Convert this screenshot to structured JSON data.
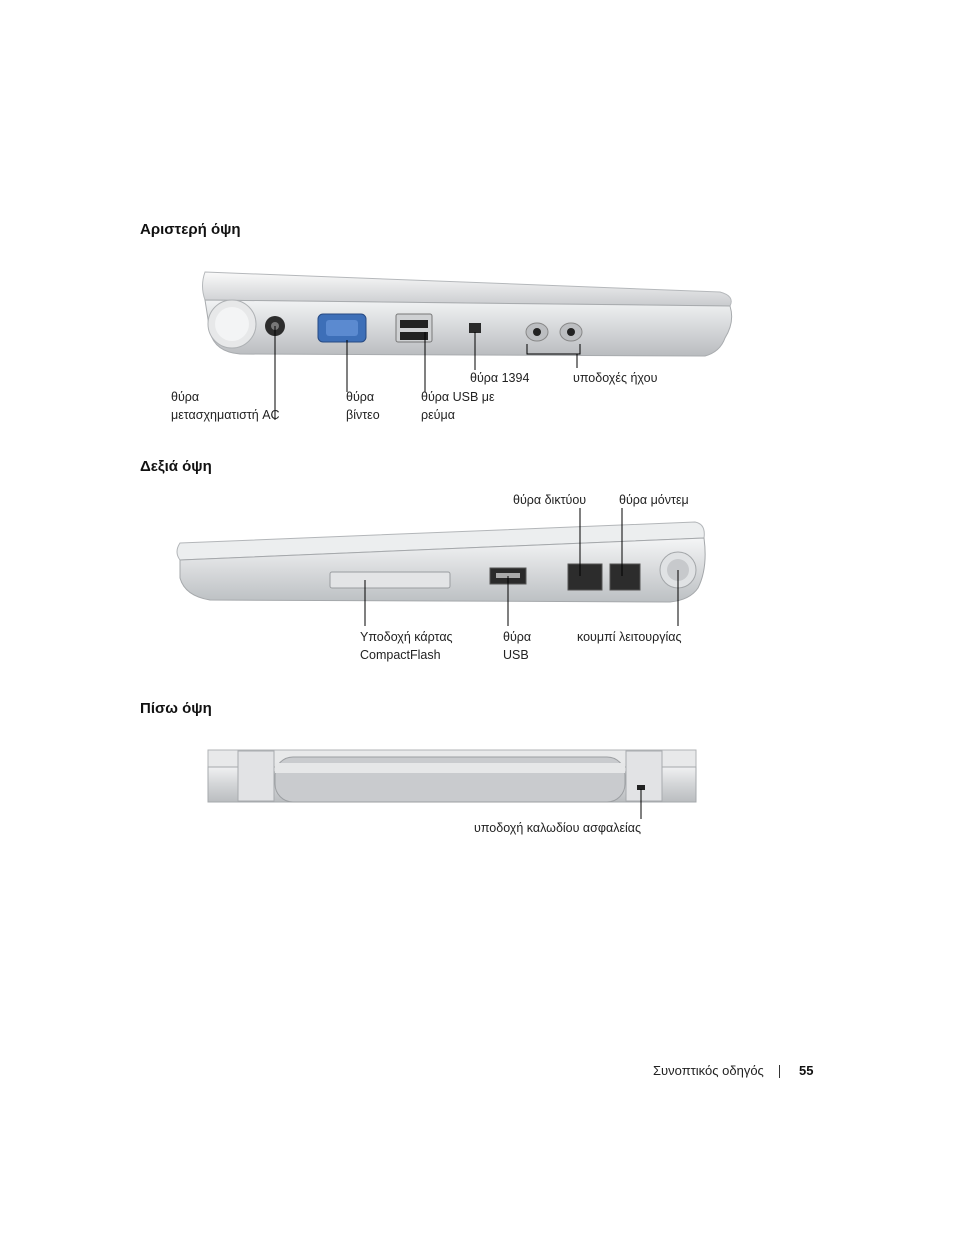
{
  "sections": {
    "left_view": {
      "title": "Αριστερή όψη",
      "labels": {
        "ac": "θύρα\nμετασχηματιστή AC",
        "video": "θύρα\nβίντεο",
        "usb_powered": "θύρα USB με\nρεύμα",
        "ieee1394": "θύρα 1394",
        "audio": "υποδοχές ήχου"
      }
    },
    "right_view": {
      "title": "Δεξιά όψη",
      "labels": {
        "network": "θύρα δικτύου",
        "modem": "θύρα μόντεμ",
        "compactflash": "Υποδοχή κάρτας\nCompactFlash",
        "usb": "θύρα\nUSB",
        "power": "κουμπί λειτουργίας"
      }
    },
    "back_view": {
      "title": "Πίσω όψη",
      "labels": {
        "security": "υποδοχή καλωδίου ασφαλείας"
      }
    }
  },
  "footer": {
    "guide": "Συνοπτικός οδηγός",
    "page": "55"
  },
  "colors": {
    "chassis": "#d9dbdd",
    "vga_port": "#3d6fb8"
  }
}
